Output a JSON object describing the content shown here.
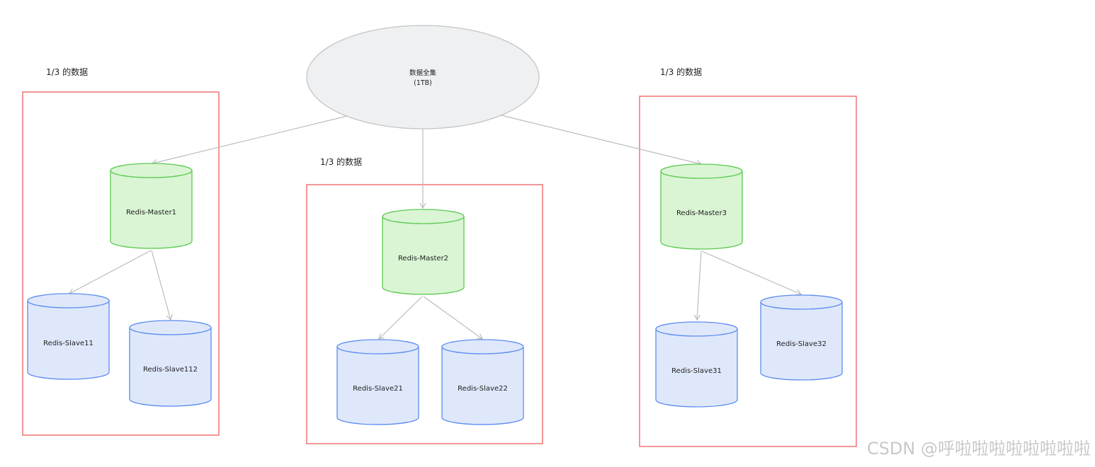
{
  "root": {
    "title": "数据全集",
    "subtitle": "(1TB)"
  },
  "groups": [
    {
      "label": "1/3 的数据",
      "master": "Redis-Master1",
      "slaves": [
        "Redis-Slave11",
        "Redis-Slave112"
      ]
    },
    {
      "label": "1/3 的数据",
      "master": "Redis-Master2",
      "slaves": [
        "Redis-Slave21",
        "Redis-Slave22"
      ]
    },
    {
      "label": "1/3 的数据",
      "master": "Redis-Master3",
      "slaves": [
        "Redis-Slave31",
        "Redis-Slave32"
      ]
    }
  ],
  "watermark": "CSDN @呼啦啦啦啦啦啦啦啦",
  "colors": {
    "group_border": "#f07474",
    "master_fill": "#d9f5d4",
    "master_stroke": "#5cc94f",
    "slave_fill": "#dfe8fb",
    "slave_stroke": "#5b8cf0",
    "root_fill": "#eff0f2",
    "root_stroke": "#c4c4c4",
    "edge": "#bcbcbc",
    "text": "#222222",
    "watermark": "#c8c8c8"
  }
}
